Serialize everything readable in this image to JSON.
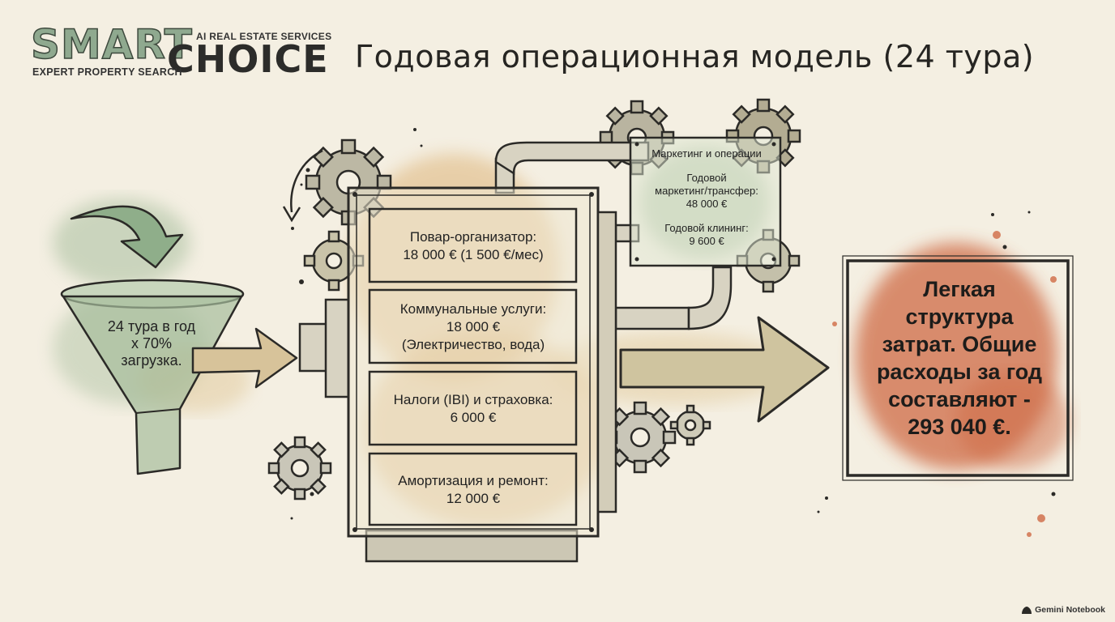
{
  "logo": {
    "smart": "SMART",
    "choice": "CHOICE",
    "tagline": "AI REAL ESTATE SERVICES",
    "subtitle": "EXPERT PROPERTY SEARCH"
  },
  "title": "Годовая операционная модель (24 тура)",
  "funnel": {
    "line1": "24 тура в год",
    "line2": "x 70%",
    "line3": "загрузка."
  },
  "cells": [
    {
      "line1": "Повар-организатор:",
      "line2": "18 000 € (1 500 €/мес)"
    },
    {
      "line1": "Коммунальные услуги:",
      "line2": "18 000 €",
      "line3": "(Электричество, вода)"
    },
    {
      "line1": "Налоги (IBI) и страховка:",
      "line2": "6 000 €"
    },
    {
      "line1": "Амортизация и ремонт:",
      "line2": "12 000 €"
    }
  ],
  "marketing": {
    "heading": "Маркетинг и операции",
    "item1_label": "Годовой",
    "item1_label2": "маркетинг/трансфер:",
    "item1_value": "48 000 €",
    "item2_label": "Годовой клининг:",
    "item2_value": "9 600 €"
  },
  "result": {
    "line1": "Легкая",
    "line2": "структура",
    "line3": "затрат. Общие",
    "line4": "расходы за год",
    "line5": "составляют -",
    "line6": "293 040 €."
  },
  "badge": "Gemini Notebook",
  "colors": {
    "background": "#f4efe2",
    "sage": "#a9bf9f",
    "ochre": "#d9a864",
    "terracotta": "#cf6a45",
    "ink": "#2b2a27"
  }
}
